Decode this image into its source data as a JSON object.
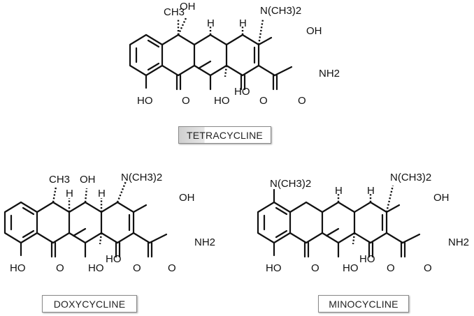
{
  "molecules": {
    "tetracycline": {
      "name": "TETRACYCLINE",
      "labels": {
        "methyl": "CH3",
        "oh_top": "OH",
        "h1": "H",
        "h2": "H",
        "nme2": "N(CH3)2",
        "oh_right": "OH",
        "nh2": "NH2",
        "ho_left": "HO",
        "o1": "O",
        "ho_mid": "HO",
        "ho_ring": "HO",
        "o2": "O",
        "o3": "O"
      }
    },
    "doxycycline": {
      "name": "DOXYCYCLINE",
      "labels": {
        "methyl": "CH3",
        "oh_top": "OH",
        "h1": "H",
        "h2": "H",
        "nme2": "N(CH3)2",
        "oh_right": "OH",
        "nh2": "NH2",
        "ho_left": "HO",
        "o1": "O",
        "ho_mid": "HO",
        "ho_ring": "HO",
        "o2": "O",
        "o3": "O"
      }
    },
    "minocycline": {
      "name": "MINOCYCLINE",
      "labels": {
        "nme2_aro": "N(CH3)2",
        "h1": "H",
        "h2": "H",
        "nme2": "N(CH3)2",
        "oh_right": "OH",
        "nh2": "NH2",
        "ho_left": "HO",
        "o1": "O",
        "ho_mid": "HO",
        "ho_ring": "HO",
        "o2": "O",
        "o3": "O"
      }
    }
  }
}
